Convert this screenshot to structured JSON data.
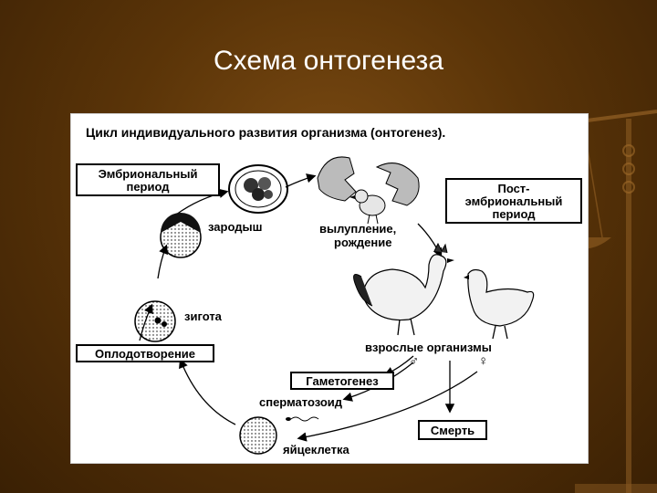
{
  "slide": {
    "title": "Схема онтогенеза"
  },
  "diagram": {
    "heading": "Цикл индивидуального развития организма (онтогенез).",
    "boxes": {
      "embryonic_line1": "Эмбриональный",
      "embryonic_line2": "период",
      "post_line1": "Пост-",
      "post_line2": "эмбриональный",
      "post_line3": "период",
      "fertilization": "Оплодотворение",
      "gametogenesis": "Гаметогенез",
      "death": "Смерть"
    },
    "labels": {
      "embryo": "зародыш",
      "hatching_line1": "вылупление,",
      "hatching_line2": "рождение",
      "zygote": "зигота",
      "adults": "взрослые организмы",
      "male_symbol": "♂",
      "female_symbol": "♀",
      "sperm": "сперматозоид",
      "egg_cell": "яйцеклетка"
    }
  }
}
